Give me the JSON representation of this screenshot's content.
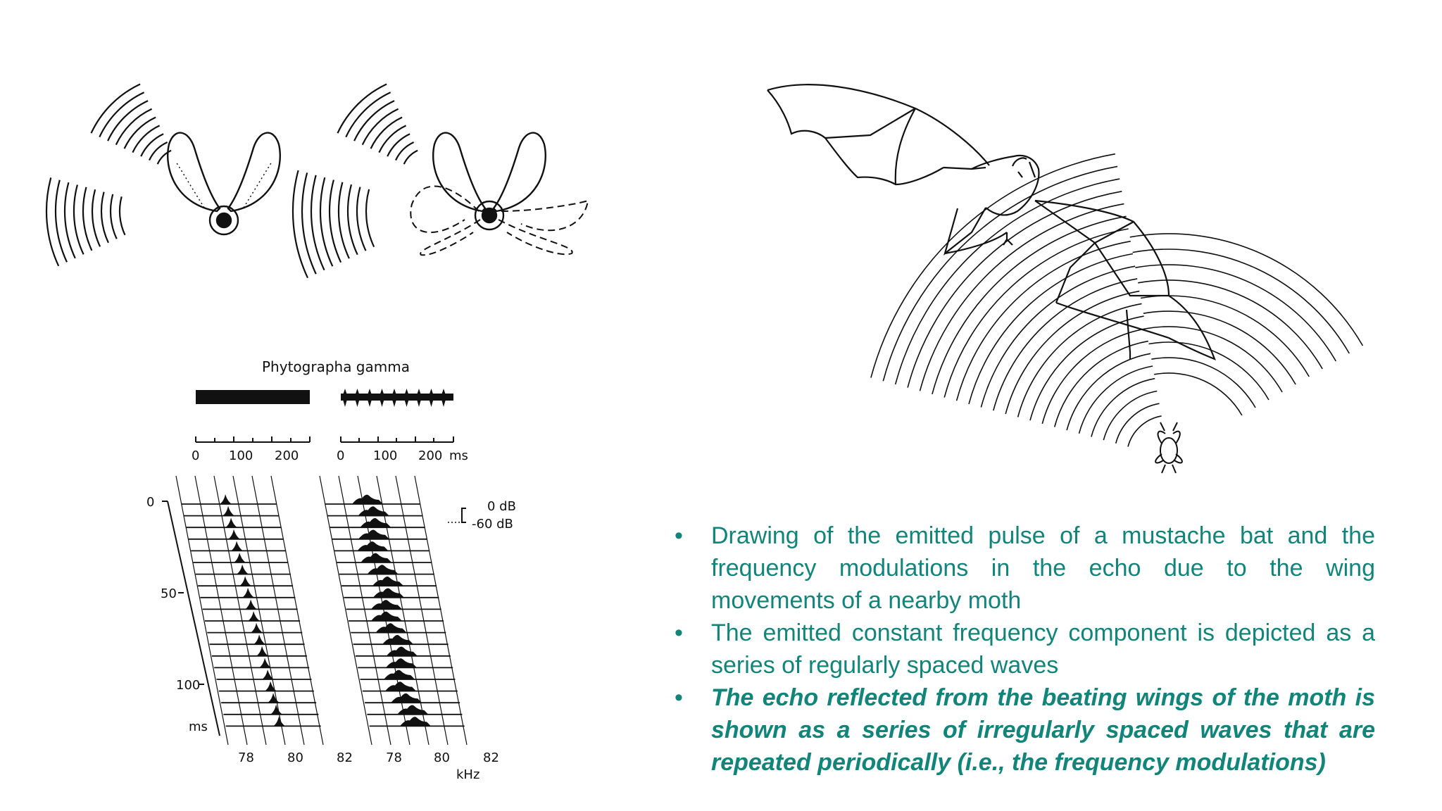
{
  "figure": {
    "species_label": "Phytographa gamma",
    "time_scales": [
      {
        "ticks": [
          "0",
          "100",
          "200"
        ],
        "unit": ""
      },
      {
        "ticks": [
          "0",
          "100",
          "200"
        ],
        "unit": "ms"
      }
    ],
    "time_axis": {
      "ticks": [
        "0",
        "50",
        "100"
      ],
      "unit": "ms"
    },
    "freq_axes": [
      {
        "ticks": [
          "78",
          "80",
          "82"
        ]
      },
      {
        "ticks": [
          "78",
          "80",
          "82"
        ]
      }
    ],
    "freq_unit": "kHz",
    "db_labels": [
      "0 dB",
      "-60 dB"
    ]
  },
  "bullets": [
    {
      "marker": "•",
      "text": "Drawing of the emitted pulse of a mustache bat and the frequency modulations in the echo due to the wing movements of a nearby moth",
      "emphasis": false
    },
    {
      "marker": "•",
      "text": "The emitted constant frequency component is depicted as a series of regularly spaced waves",
      "emphasis": false
    },
    {
      "marker": "•",
      "text": "The echo reflected from the beating wings of the moth is shown as a series of irregularly spaced waves that are repeated periodically (i.e., the frequency modulations)",
      "emphasis": true
    }
  ],
  "colors": {
    "text_accent": "#12857a",
    "line_art": "#111111",
    "background": "#ffffff"
  },
  "icons": [
    "moth-icon",
    "moth-flapping-icon",
    "bat-icon",
    "small-moth-icon"
  ]
}
